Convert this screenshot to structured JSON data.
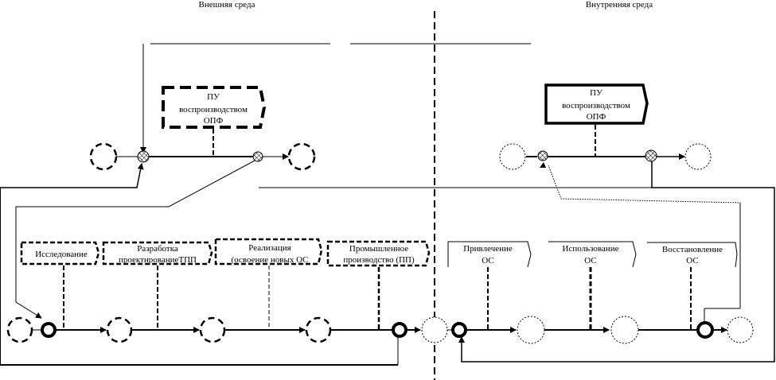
{
  "regions": {
    "external": "Внешняя среда",
    "internal": "Внутренняя среда"
  },
  "control_units": {
    "external": {
      "line1": "ПУ",
      "line2": "воспроизводством",
      "line3": "ОПФ",
      "style": "dashed-bold"
    },
    "internal": {
      "line1": "ПУ",
      "line2": "воспроизводством",
      "line3": "ОПФ",
      "style": "solid-bold"
    }
  },
  "external_functions": [
    {
      "line1": "Исследование",
      "line2": ""
    },
    {
      "line1": "Разработка",
      "line2": "проектированиеТПП"
    },
    {
      "line1": "Реализация",
      "line2": "(освоение новых ОС"
    },
    {
      "line1": "Промышленное",
      "line2": "производство (ПП)"
    }
  ],
  "internal_functions": [
    {
      "line1": "Привлечение",
      "line2": "ОС"
    },
    {
      "line1": "Использование",
      "line2": "ОС"
    },
    {
      "line1": "Восстановление",
      "line2": "ОС"
    }
  ],
  "colors": {
    "line": "#000000",
    "background": "#ffffff"
  }
}
